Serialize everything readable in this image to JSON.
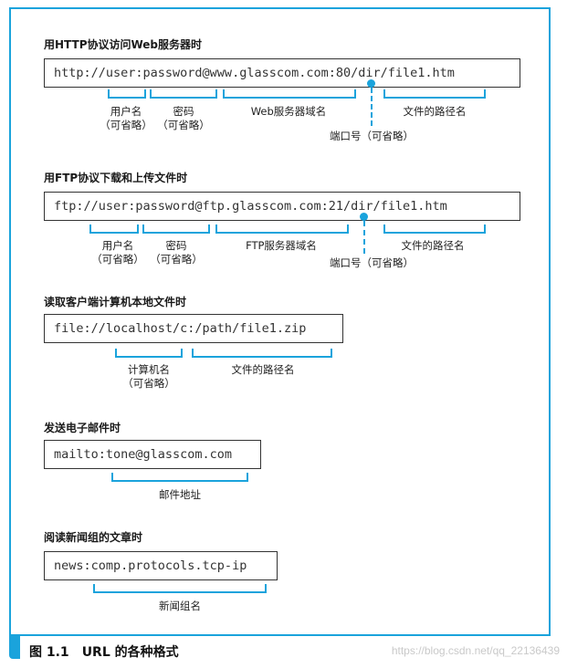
{
  "sections": [
    {
      "title": "用HTTP协议访问Web服务器时",
      "url": "http://user:password@www.glasscom.com:80/dir/file1.htm",
      "labels": {
        "user": [
          "用户名",
          "（可省略）"
        ],
        "password": [
          "密码",
          "（可省略）"
        ],
        "host": [
          "Web服务器域名"
        ],
        "port": [
          "端口号（可省略）"
        ],
        "path": [
          "文件的路径名"
        ]
      }
    },
    {
      "title": "用FTP协议下载和上传文件时",
      "url": "ftp://user:password@ftp.glasscom.com:21/dir/file1.htm",
      "labels": {
        "user": [
          "用户名",
          "（可省略）"
        ],
        "password": [
          "密码",
          "（可省略）"
        ],
        "host": [
          "FTP服务器域名"
        ],
        "port": [
          "端口号（可省略）"
        ],
        "path": [
          "文件的路径名"
        ]
      }
    },
    {
      "title": "读取客户端计算机本地文件时",
      "url": "file://localhost/c:/path/file1.zip",
      "labels": {
        "host": [
          "计算机名",
          "（可省略）"
        ],
        "path": [
          "文件的路径名"
        ]
      }
    },
    {
      "title": "发送电子邮件时",
      "url": "mailto:tone@glasscom.com",
      "labels": {
        "address": [
          "邮件地址"
        ]
      }
    },
    {
      "title": "阅读新闻组的文章时",
      "url": "news:comp.protocols.tcp-ip",
      "labels": {
        "group": [
          "新闻组名"
        ]
      }
    }
  ],
  "caption": {
    "number": "图 1.1",
    "text": "URL 的各种格式"
  },
  "watermark": "https://blog.csdn.net/qq_22136439",
  "colors": {
    "accent": "#1aa3dc",
    "border": "#333333"
  }
}
